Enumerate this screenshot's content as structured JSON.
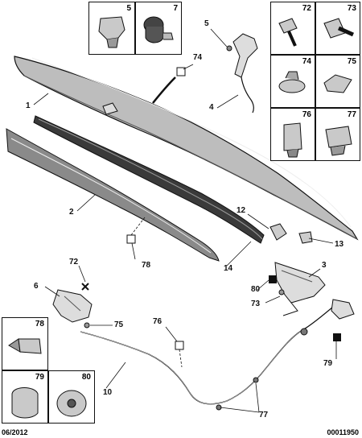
{
  "part_boxes": {
    "p5": "5",
    "p7": "7",
    "p72": "72",
    "p73": "73",
    "p74": "74",
    "p75": "75",
    "p76": "76",
    "p77": "77",
    "p78": "78",
    "p79": "79",
    "p80": "80"
  },
  "callouts": {
    "c1": "1",
    "c2": "2",
    "c3": "3",
    "c4": "4",
    "c5": "5",
    "c6": "6",
    "c10": "10",
    "c12": "12",
    "c13": "13",
    "c14": "14",
    "c72": "72",
    "c73": "73",
    "c74": "74",
    "c75": "75",
    "c76": "76",
    "c77": "77",
    "c78": "78",
    "c79": "79",
    "c80": "80"
  },
  "footer": {
    "date": "06/2012",
    "ref": "00011950"
  },
  "colors": {
    "line": "#111111",
    "part_fill": "#c9c9c9",
    "part_dark": "#777777",
    "seal": "#333333"
  }
}
